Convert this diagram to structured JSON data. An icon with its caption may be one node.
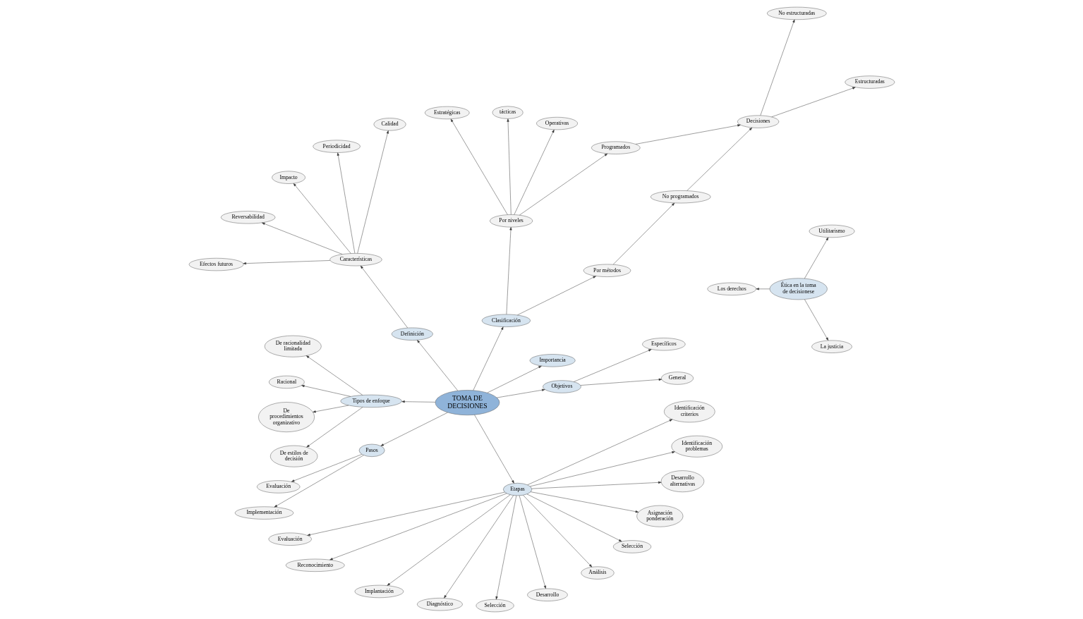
{
  "diagram": {
    "nodes": [
      {
        "text": [
          "TOMA DE DECISIONES"
        ]
      },
      {
        "text": [
          "Estructuradas"
        ]
      },
      {
        "text": [
          "Decisiones"
        ]
      },
      {
        "text": [
          "No programados"
        ]
      },
      {
        "text": [
          "No estructuradas"
        ]
      },
      {
        "text": [
          "Por métodos"
        ]
      },
      {
        "text": [
          "Programados"
        ]
      },
      {
        "text": [
          "General"
        ]
      },
      {
        "text": [
          "Específicos"
        ]
      },
      {
        "text": [
          "Operativas"
        ]
      },
      {
        "text": [
          "Por niveles"
        ]
      },
      {
        "text": [
          "Objetivos"
        ]
      },
      {
        "text": [
          "Importancia"
        ]
      },
      {
        "text": [
          "De racionalidad limitada"
        ]
      },
      {
        "text": [
          "Racional"
        ]
      },
      {
        "text": [
          "tácticas"
        ]
      },
      {
        "text": [
          "Estratégicas"
        ]
      },
      {
        "text": [
          "Clasificación"
        ]
      },
      {
        "text": [
          "De procedimientos organizativo"
        ]
      },
      {
        "text": [
          "Calidad"
        ]
      },
      {
        "text": [
          "Periodicidad"
        ]
      },
      {
        "text": [
          "Definición"
        ]
      },
      {
        "text": [
          "Tipos de enfoque"
        ]
      },
      {
        "text": [
          "De estilos de decisión"
        ]
      },
      {
        "text": [
          "Impacto"
        ]
      },
      {
        "text": [
          "Características"
        ]
      },
      {
        "text": [
          "Pasos"
        ]
      },
      {
        "text": [
          "Ética en la toma de decisionese"
        ]
      },
      {
        "text": [
          "Utilitarismo"
        ]
      },
      {
        "text": [
          "Evaluación"
        ]
      },
      {
        "text": [
          "Evaluación"
        ]
      },
      {
        "text": [
          "Etapas"
        ]
      },
      {
        "text": [
          "Reconocimiento"
        ]
      },
      {
        "text": [
          "Reversabilidad"
        ]
      },
      {
        "text": [
          "Efectos futuros"
        ]
      },
      {
        "text": [
          "Implementación"
        ]
      },
      {
        "text": [
          "Los derechos"
        ]
      },
      {
        "text": [
          "La justicia"
        ]
      },
      {
        "text": [
          "Implantación"
        ]
      },
      {
        "text": [
          "Diagnóstico"
        ]
      },
      {
        "text": [
          "Selección"
        ]
      },
      {
        "text": [
          "Desarrollo"
        ]
      },
      {
        "text": [
          "Análisis"
        ]
      },
      {
        "text": [
          "Selección"
        ]
      },
      {
        "text": [
          "Asignación ponderación"
        ]
      },
      {
        "text": [
          "Desarrollo alternativas"
        ]
      },
      {
        "text": [
          "Identificación problemas"
        ]
      },
      {
        "text": [
          "Identificación criterios"
        ]
      }
    ],
    "edges": [
      {
        "from": 0,
        "to": 17,
        "arrow": "to"
      },
      {
        "from": 0,
        "to": 11,
        "arrow": "to"
      },
      {
        "from": 0,
        "to": 12,
        "arrow": "to"
      },
      {
        "from": 0,
        "to": 22,
        "arrow": "to"
      },
      {
        "from": 0,
        "to": 21,
        "arrow": "to"
      },
      {
        "from": 0,
        "to": 26,
        "arrow": "to"
      },
      {
        "from": 0,
        "to": 31,
        "arrow": "to"
      },
      {
        "from": 17,
        "to": 5,
        "arrow": "to"
      },
      {
        "from": 17,
        "to": 10,
        "arrow": "to"
      },
      {
        "from": 5,
        "to": 3,
        "arrow": "to"
      },
      {
        "from": 3,
        "to": 2,
        "arrow": "to"
      },
      {
        "from": 6,
        "to": 2,
        "arrow": "to"
      },
      {
        "from": 2,
        "to": 1,
        "arrow": "to"
      },
      {
        "from": 2,
        "to": 4,
        "arrow": "to"
      },
      {
        "from": 10,
        "to": 6,
        "arrow": "to"
      },
      {
        "from": 10,
        "to": 9,
        "arrow": "to"
      },
      {
        "from": 10,
        "to": 15,
        "arrow": "to"
      },
      {
        "from": 10,
        "to": 16,
        "arrow": "to"
      },
      {
        "from": 11,
        "to": 7,
        "arrow": "to"
      },
      {
        "from": 11,
        "to": 8,
        "arrow": "to"
      },
      {
        "from": 22,
        "to": 14,
        "arrow": "to"
      },
      {
        "from": 22,
        "to": 13,
        "arrow": "to"
      },
      {
        "from": 22,
        "to": 18,
        "arrow": "to"
      },
      {
        "from": 22,
        "to": 23,
        "arrow": "to"
      },
      {
        "from": 21,
        "to": 25,
        "arrow": "to"
      },
      {
        "from": 25,
        "to": 19,
        "arrow": "to"
      },
      {
        "from": 25,
        "to": 20,
        "arrow": "to"
      },
      {
        "from": 25,
        "to": 24,
        "arrow": "to"
      },
      {
        "from": 25,
        "to": 33,
        "arrow": "to"
      },
      {
        "from": 25,
        "to": 34,
        "arrow": "to"
      },
      {
        "from": 26,
        "to": 29,
        "arrow": "to"
      },
      {
        "from": 26,
        "to": 35,
        "arrow": "to"
      },
      {
        "from": 31,
        "to": 30,
        "arrow": "to"
      },
      {
        "from": 31,
        "to": 38,
        "arrow": "to"
      },
      {
        "from": 31,
        "to": 40,
        "arrow": "to"
      },
      {
        "from": 31,
        "to": 42,
        "arrow": "to"
      },
      {
        "from": 31,
        "to": 45,
        "arrow": "to"
      },
      {
        "from": 31,
        "to": 44,
        "arrow": "to"
      },
      {
        "from": 31,
        "to": 47,
        "arrow": "to"
      },
      {
        "from": 31,
        "to": 46,
        "arrow": "to"
      },
      {
        "from": 31,
        "to": 43,
        "arrow": "to"
      },
      {
        "from": 31,
        "to": 41,
        "arrow": "to"
      },
      {
        "from": 31,
        "to": 39,
        "arrow": "to"
      },
      {
        "from": 31,
        "to": 32,
        "arrow": "to"
      },
      {
        "from": 27,
        "to": 28,
        "arrow": "to"
      },
      {
        "from": 27,
        "to": 36,
        "arrow": "to"
      },
      {
        "from": 27,
        "to": 37,
        "arrow": "to"
      }
    ]
  }
}
